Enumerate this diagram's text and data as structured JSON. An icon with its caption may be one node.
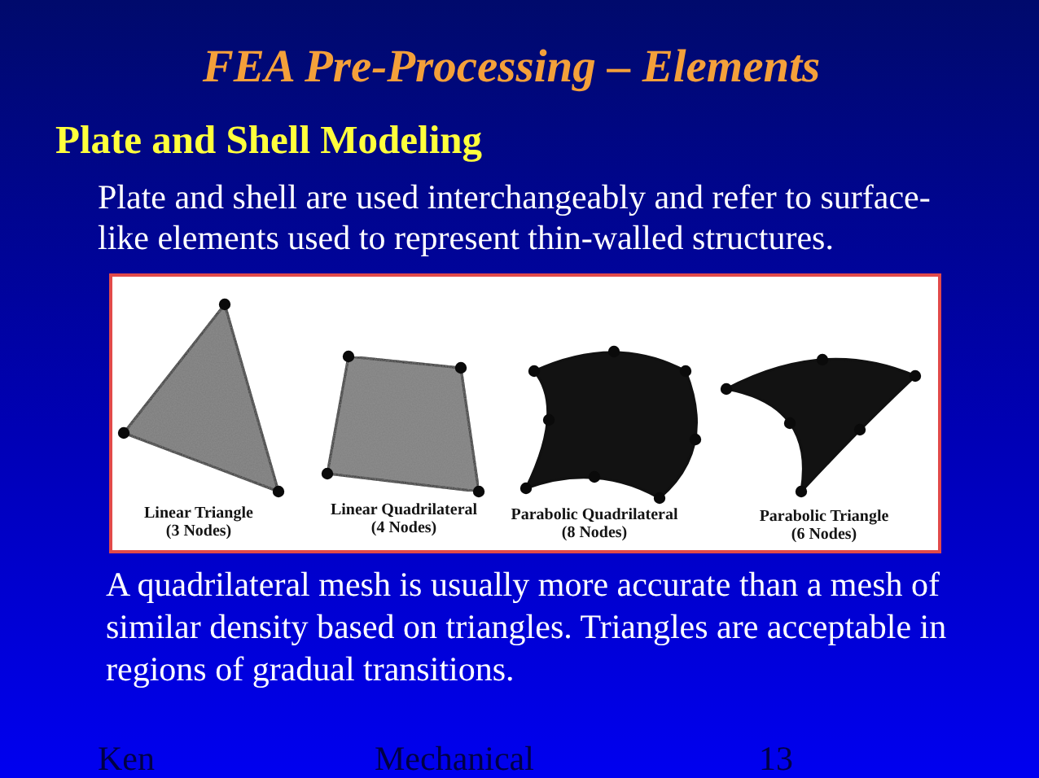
{
  "diagram": {
    "title": "FEA Pre-Processing – Elements",
    "labels": [
      "Plate and Shell Modeling",
      "Plate and shell are used interchangeably and refer to surface-like elements used to represent thin-walled structures.",
      "Linear Triangle (3 Nodes)",
      "Linear Quadrilateral (4 Nodes)",
      "Parabolic Quadrilateral (8 Nodes)",
      "Parabolic Triangle (6 Nodes)",
      "A quadrilateral mesh is usually more accurate than a mesh of similar density based on triangles. Triangles are acceptable in regions of gradual transitions.",
      "Ken",
      "Mechanical",
      "13"
    ]
  }
}
